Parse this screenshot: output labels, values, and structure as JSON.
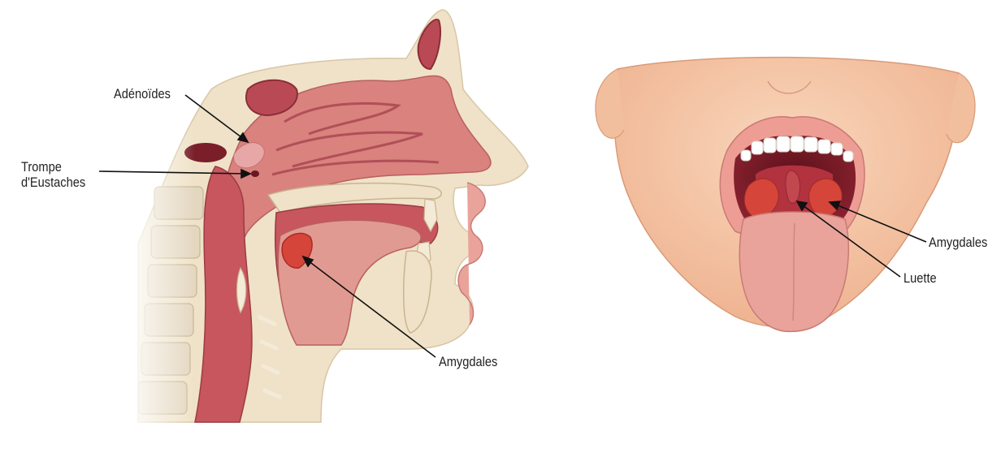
{
  "sagittal_view": {
    "labels": {
      "adenoides": "Adénoïdes",
      "trompe_line1": "Trompe",
      "trompe_line2": "d'Eustaches",
      "amygdales": "Amygdales"
    }
  },
  "frontal_view": {
    "labels": {
      "amygdales": "Amygdales",
      "luette": "Luette"
    }
  },
  "colors": {
    "bone": "#efe2c8",
    "soft_tissue": "#d9827e",
    "cavity": "#c7565e",
    "tonsil": "#d6453a",
    "skin": "#f6c9aa",
    "tongue": "#e9a39a",
    "teeth": "#ffffff"
  }
}
